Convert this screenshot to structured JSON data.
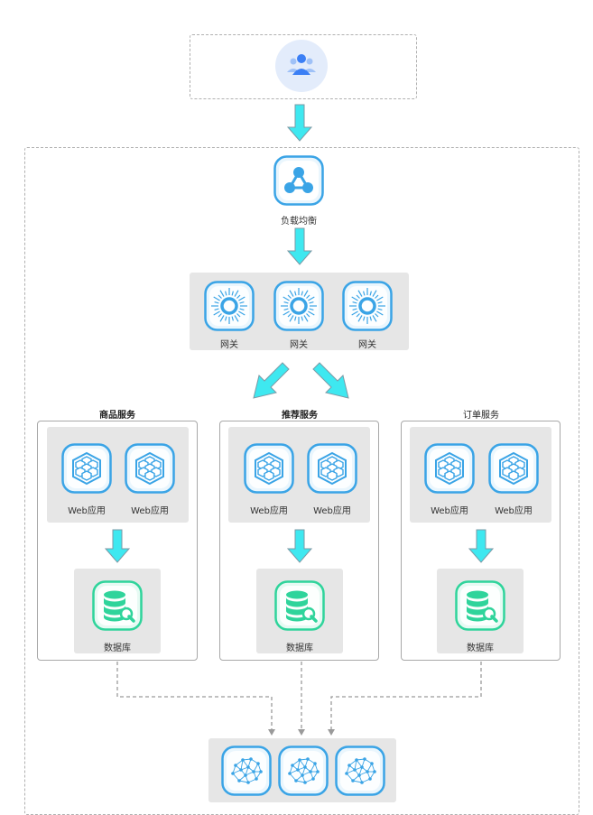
{
  "colors": {
    "arrow_fill": "#3ee8f0",
    "arrow_stroke": "#7b9aa6",
    "icon_blue": "#3aa4e6",
    "icon_green": "#2fd49b",
    "user_blue": "#3b7ff5",
    "panel_grey": "#e6e6e6"
  },
  "nodes": {
    "users_icon": "users-icon",
    "load_balancer": {
      "label": "负载均衡",
      "icon": "share-nodes-icon"
    },
    "gateways": [
      {
        "label": "网关",
        "icon": "gateway-icon"
      },
      {
        "label": "网关",
        "icon": "gateway-icon"
      },
      {
        "label": "网关",
        "icon": "gateway-icon"
      }
    ]
  },
  "services": [
    {
      "title": "商品服务",
      "web_apps": [
        "Web应用",
        "Web应用"
      ],
      "database": "数据库"
    },
    {
      "title": "推荐服务",
      "web_apps": [
        "Web应用",
        "Web应用"
      ],
      "database": "数据库"
    },
    {
      "title": "订单服务",
      "web_apps": [
        "Web应用",
        "Web应用"
      ],
      "database": "数据库"
    }
  ],
  "bottom_nodes": [
    "network-icon",
    "network-icon",
    "network-icon"
  ]
}
